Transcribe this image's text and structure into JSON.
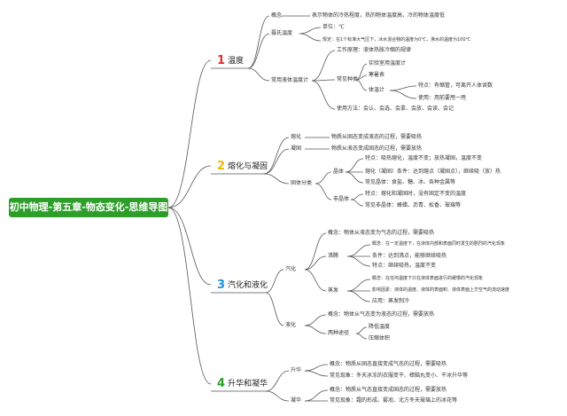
{
  "title": "初中物理-第五章-物态变化-思维导图",
  "colors": {
    "root_bg": "#2e9e2b",
    "num1": "#e0312d",
    "num2": "#f2b50a",
    "num3": "#1e8fd6",
    "num4": "#2e9e2b",
    "line": "#555555"
  },
  "b1": {
    "num": "1",
    "label": "温度",
    "def_label": "概念",
    "def_text": "表示物体的冷热程度，热的物体温度高，冷的物体温度低",
    "celsius": "摄氏温度",
    "unit": "单位：℃",
    "rule": "规定：在1个标准大气压下，冰水混合物的温度为0℃，沸水的温度为100℃",
    "thermo": "常用液体温度计",
    "principle": "工作原理：液体热胀冷缩的规律",
    "kinds": "常见种类",
    "k1": "实验室用温度计",
    "k2": "寒暑表",
    "k3": "体温计",
    "feat": "特点：有缩管，可离开人体读数",
    "use": "使用：用前要甩一甩",
    "method": "使用方法：会认、会选、会拿、会放、会读、会记"
  },
  "b2": {
    "num": "2",
    "label": "熔化与凝固",
    "melt": "熔化",
    "melt_text": "物质从固态变成液态的过程，需要吸热",
    "freeze": "凝固",
    "freeze_text": "物质从液态变成固态的过程，需要放热",
    "solid": "固体分类",
    "crystal": "晶体",
    "c_feat": "特点：吸热熔化，温度不变；放热凝固，温度不变",
    "c_cond": "熔化（凝固）条件：达到熔点（凝固点），继续吸（放）热",
    "c_ex": "常见晶体：食盐、糖、冰、各种金属等",
    "amorph": "非晶体",
    "a_feat": "特点：熔化和凝固时，没有固定不变的温度",
    "a_ex": "常见非晶体：蜂蜡、沥青、松香、玻璃等"
  },
  "b3": {
    "num": "3",
    "label": "汽化和液化",
    "vap": "汽化",
    "vap_concept": "概念：物体从液态变为气态的过程，需要吸热",
    "boil": "沸腾",
    "boil_concept": "概念：在一定温度下，在液体内部和表面同时发生的剧烈的汽化现象",
    "boil_cond": "条件：达到沸点，能够继续吸热",
    "boil_feat": "特点：继续吸热，温度不变",
    "evap": "蒸发",
    "evap_concept": "概念：在任何温度下只在液体表面进行的缓慢的汽化现象",
    "evap_factor": "影响因素：液体的温度、液体的表面积、液体表面上方空气的流动速度",
    "evap_use": "应用：蒸发制冷",
    "liq": "液化",
    "liq_concept": "概念：物体从气态变为液态的过程，需要放热",
    "ways": "两种途径",
    "w1": "降低温度",
    "w2": "压缩体积"
  },
  "b4": {
    "num": "4",
    "label": "升华和凝华",
    "sub": "升华",
    "sub_concept": "概念：物质从固态直接变成气态的过程，需要吸热",
    "sub_ex": "常见现象：冬天冰冻的衣服变干、樟脑丸变小、干冰升华等",
    "dep": "凝华",
    "dep_concept": "概念：物质从气态直接变成固态的过程，需要放热",
    "dep_ex": "常见现象：霜的形成、雾凇、北方冬天玻璃上的冰花等"
  }
}
